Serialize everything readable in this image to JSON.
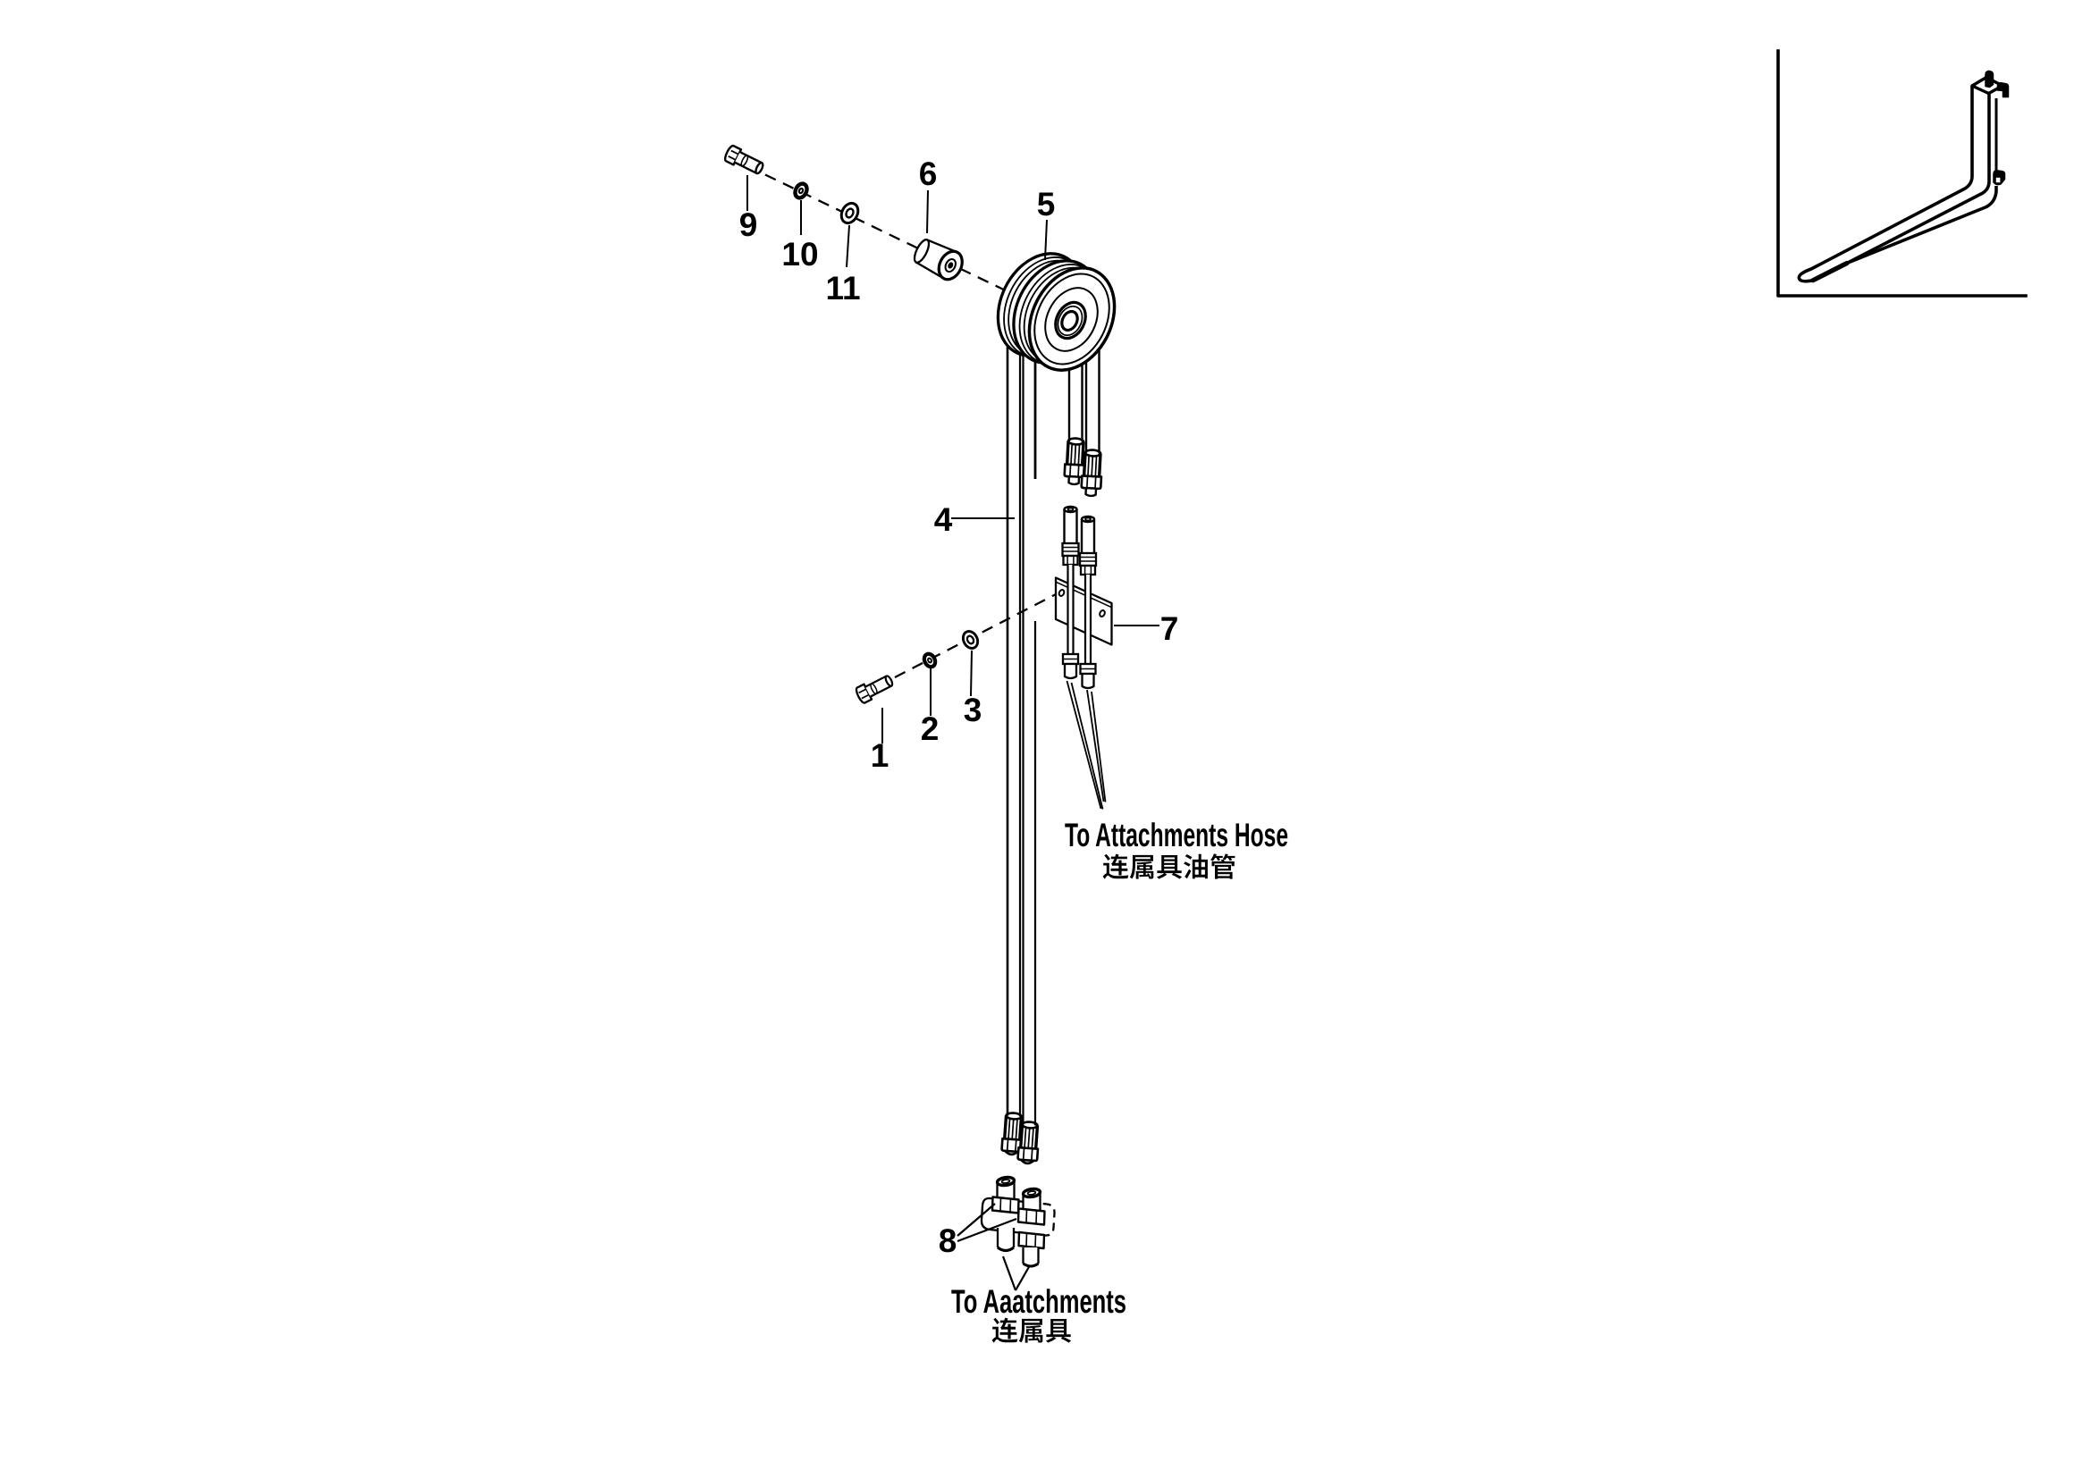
{
  "colors": {
    "background": "#ffffff",
    "ink": "#000000"
  },
  "callouts": {
    "c1": "1",
    "c2": "2",
    "c3": "3",
    "c4": "4",
    "c5": "5",
    "c6": "6",
    "c7": "7",
    "c8": "8",
    "c9": "9",
    "c10": "10",
    "c11": "11"
  },
  "annotations": {
    "attachments_hose": {
      "en": "To Attachments Hose",
      "zh": "连属具油管"
    },
    "attachments": {
      "en": "To Aaatchments",
      "zh": "连属具"
    }
  }
}
